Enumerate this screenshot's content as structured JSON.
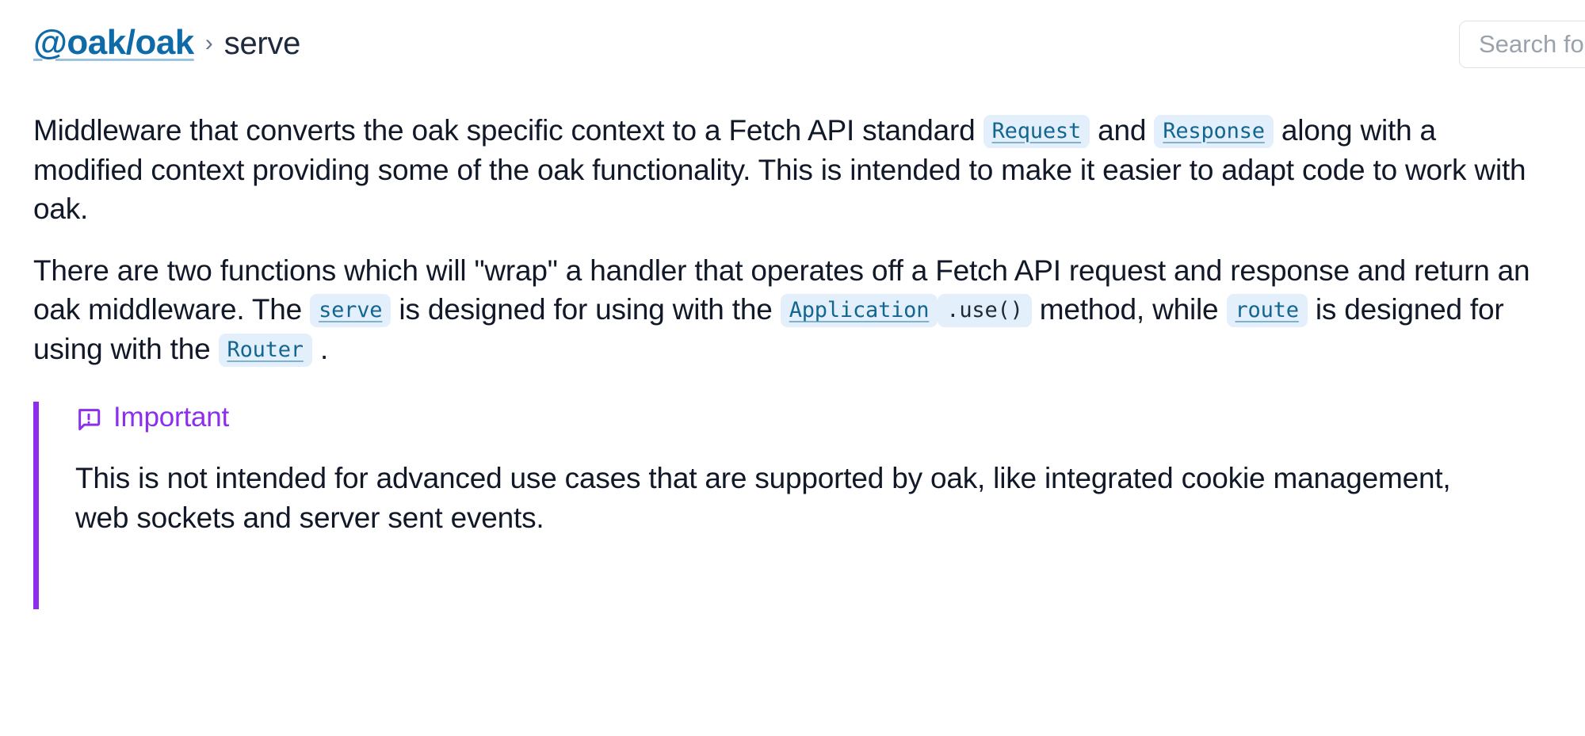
{
  "header": {
    "breadcrumb": {
      "root": "@oak/oak",
      "separator": "›",
      "current": "serve"
    },
    "search": {
      "placeholder": "Search for symbols",
      "value": ""
    }
  },
  "colors": {
    "link": "#0e6ba8",
    "chip_bg": "#e3effb",
    "chip_link_text": "#12668f",
    "admonition_accent": "#8b2fec",
    "body_text": "#111827"
  },
  "content": {
    "paragraphs": [
      {
        "id": "intro",
        "parts": [
          {
            "type": "text",
            "value": "Middleware that converts the oak specific context to a Fetch API standard "
          },
          {
            "type": "code-link",
            "value": "Request"
          },
          {
            "type": "text",
            "value": " and "
          },
          {
            "type": "code-link",
            "value": "Response"
          },
          {
            "type": "text",
            "value": " along with a modified context providing some of the oak functionality. This is intended to make it easier to adapt code to work with oak."
          }
        ]
      },
      {
        "id": "wrap-functions",
        "parts": [
          {
            "type": "text",
            "value": "There are two functions which will \"wrap\" a handler that operates off a Fetch API request and response and return an oak middleware. The "
          },
          {
            "type": "code-link",
            "value": "serve"
          },
          {
            "type": "text",
            "value": " is designed for using with the "
          },
          {
            "type": "code-link",
            "value": "Application"
          },
          {
            "type": "code-plain",
            "value": ".use()"
          },
          {
            "type": "text",
            "value": " method, while "
          },
          {
            "type": "code-link",
            "value": "route"
          },
          {
            "type": "text",
            "value": " is designed for using with the "
          },
          {
            "type": "code-link",
            "value": "Router"
          },
          {
            "type": "text",
            "value": " ."
          }
        ]
      }
    ],
    "admonition": {
      "kind": "important",
      "icon": "message-square-warning-icon",
      "title": "Important",
      "body": "This is not intended for advanced use cases that are supported by oak, like integrated cookie management, web sockets and server sent events."
    }
  }
}
